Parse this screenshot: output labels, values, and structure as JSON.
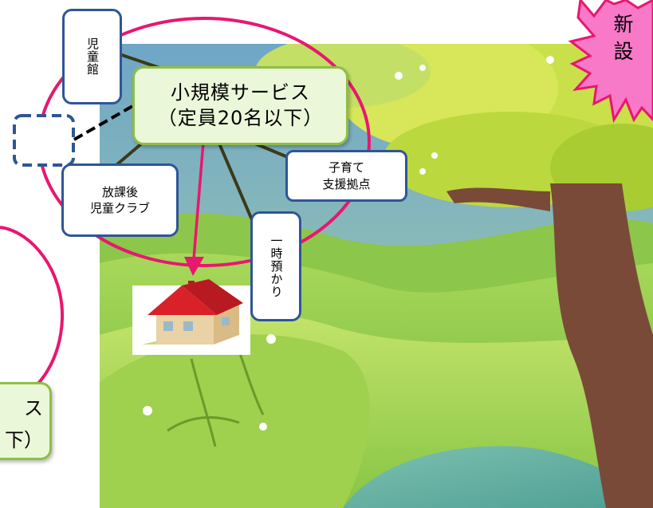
{
  "colors": {
    "accent_pink": "#e8176f",
    "box_border": "#2f5597",
    "main_box_fill": "#ebf7d9",
    "main_box_border": "#8dbf45",
    "connector": "#3a3a1a",
    "burst_fill": "#f879c8"
  },
  "main_service": {
    "line1": "小規模サービス",
    "line2": "（定員20名以下）"
  },
  "nodes": {
    "jidoukan": "児童館",
    "houkago": "放課後\n児童クラブ",
    "kosodate": "子育て\n支援拠点",
    "ichiji": "一時預かり"
  },
  "burst_label": "新\n設",
  "partial_box": {
    "line1": "ス",
    "line2": "下）"
  },
  "icons": {
    "house": "house-icon",
    "tree": "tree-illustration"
  }
}
